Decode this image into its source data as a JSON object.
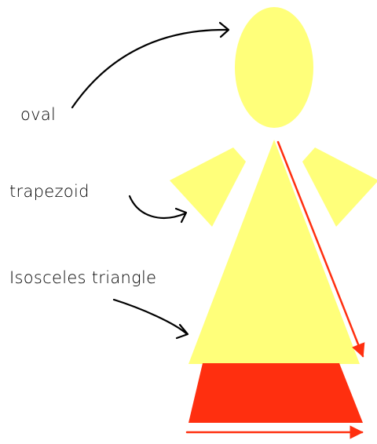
{
  "labels": {
    "oval": "oval",
    "trapezoid": "trapezoid",
    "isosceles_triangle": "Isosceles triangle"
  },
  "colors": {
    "shape_fill": "#ffff7a",
    "base_fill": "#ff2f0f",
    "measure_arrow": "#ff2f0f",
    "pointer_arrow": "#000000"
  }
}
